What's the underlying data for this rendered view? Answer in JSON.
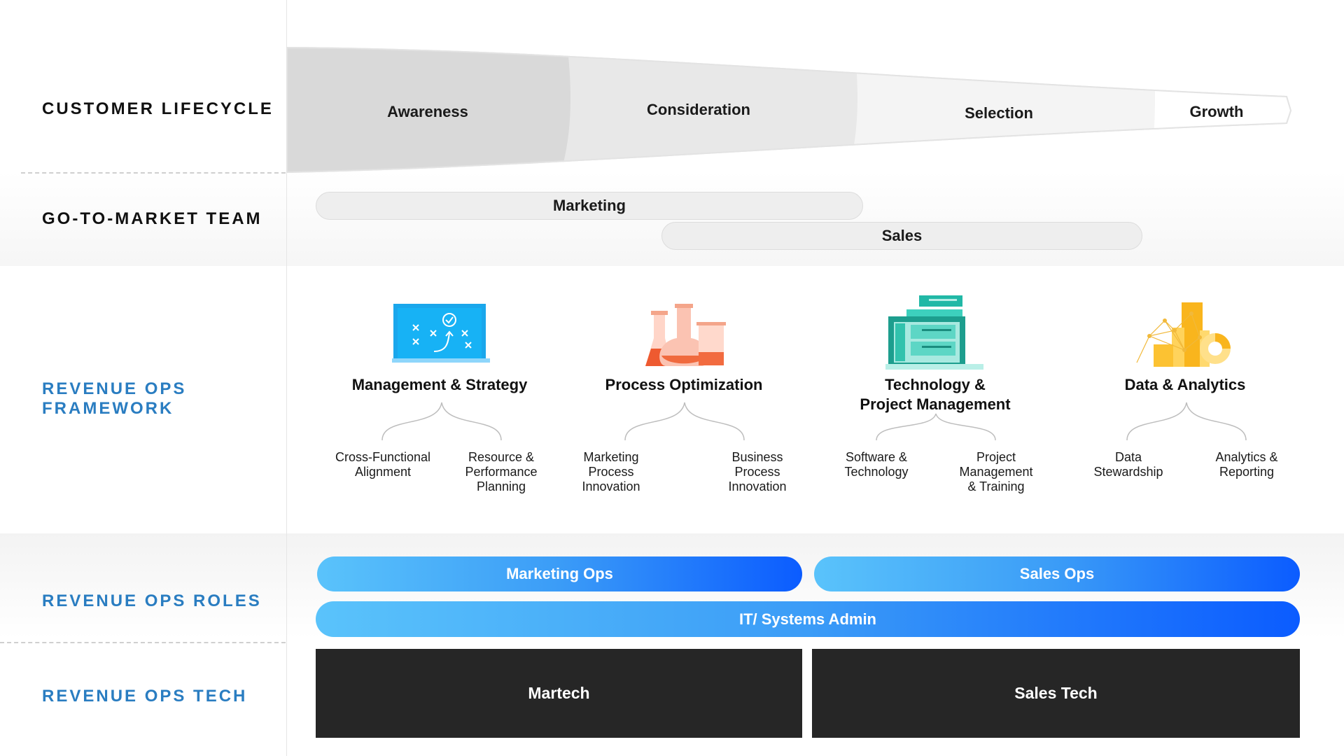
{
  "rows": {
    "lifecycle": "CUSTOMER LIFECYCLE",
    "gtm": "GO-TO-MARKET TEAM",
    "framework_line1": "REVENUE OPS",
    "framework_line2": "FRAMEWORK",
    "roles": "REVENUE OPS ROLES",
    "tech": "REVENUE OPS TECH"
  },
  "lifecycle_stages": [
    "Awareness",
    "Consideration",
    "Selection",
    "Growth"
  ],
  "gtm_teams": [
    "Marketing",
    "Sales"
  ],
  "framework": [
    {
      "title_line1": "Management & Strategy",
      "title_line2": "",
      "icon": "strategy-board-icon",
      "subs": [
        "Cross-Functional Alignment",
        "Resource & Performance Planning"
      ]
    },
    {
      "title_line1": "Process Optimization",
      "title_line2": "",
      "icon": "lab-flasks-icon",
      "subs": [
        "Marketing Process Innovation",
        "Business Process Innovation"
      ]
    },
    {
      "title_line1": "Technology &",
      "title_line2": "Project Management",
      "icon": "computer-screens-icon",
      "subs": [
        "Software & Technology",
        "Project Management & Training"
      ]
    },
    {
      "title_line1": "Data & Analytics",
      "title_line2": "",
      "icon": "data-charts-icon",
      "subs": [
        "Data Stewardship",
        "Analytics & Reporting"
      ]
    }
  ],
  "roles": [
    "Marketing Ops",
    "Sales Ops",
    "IT/ Systems Admin"
  ],
  "tech": [
    "Martech",
    "Sales Tech"
  ],
  "colors": {
    "row_label_blue": "#2a7dc1",
    "role_gradient_start": "#5ac3fb",
    "role_gradient_end": "#0b5cff",
    "tech_box": "#262626"
  }
}
